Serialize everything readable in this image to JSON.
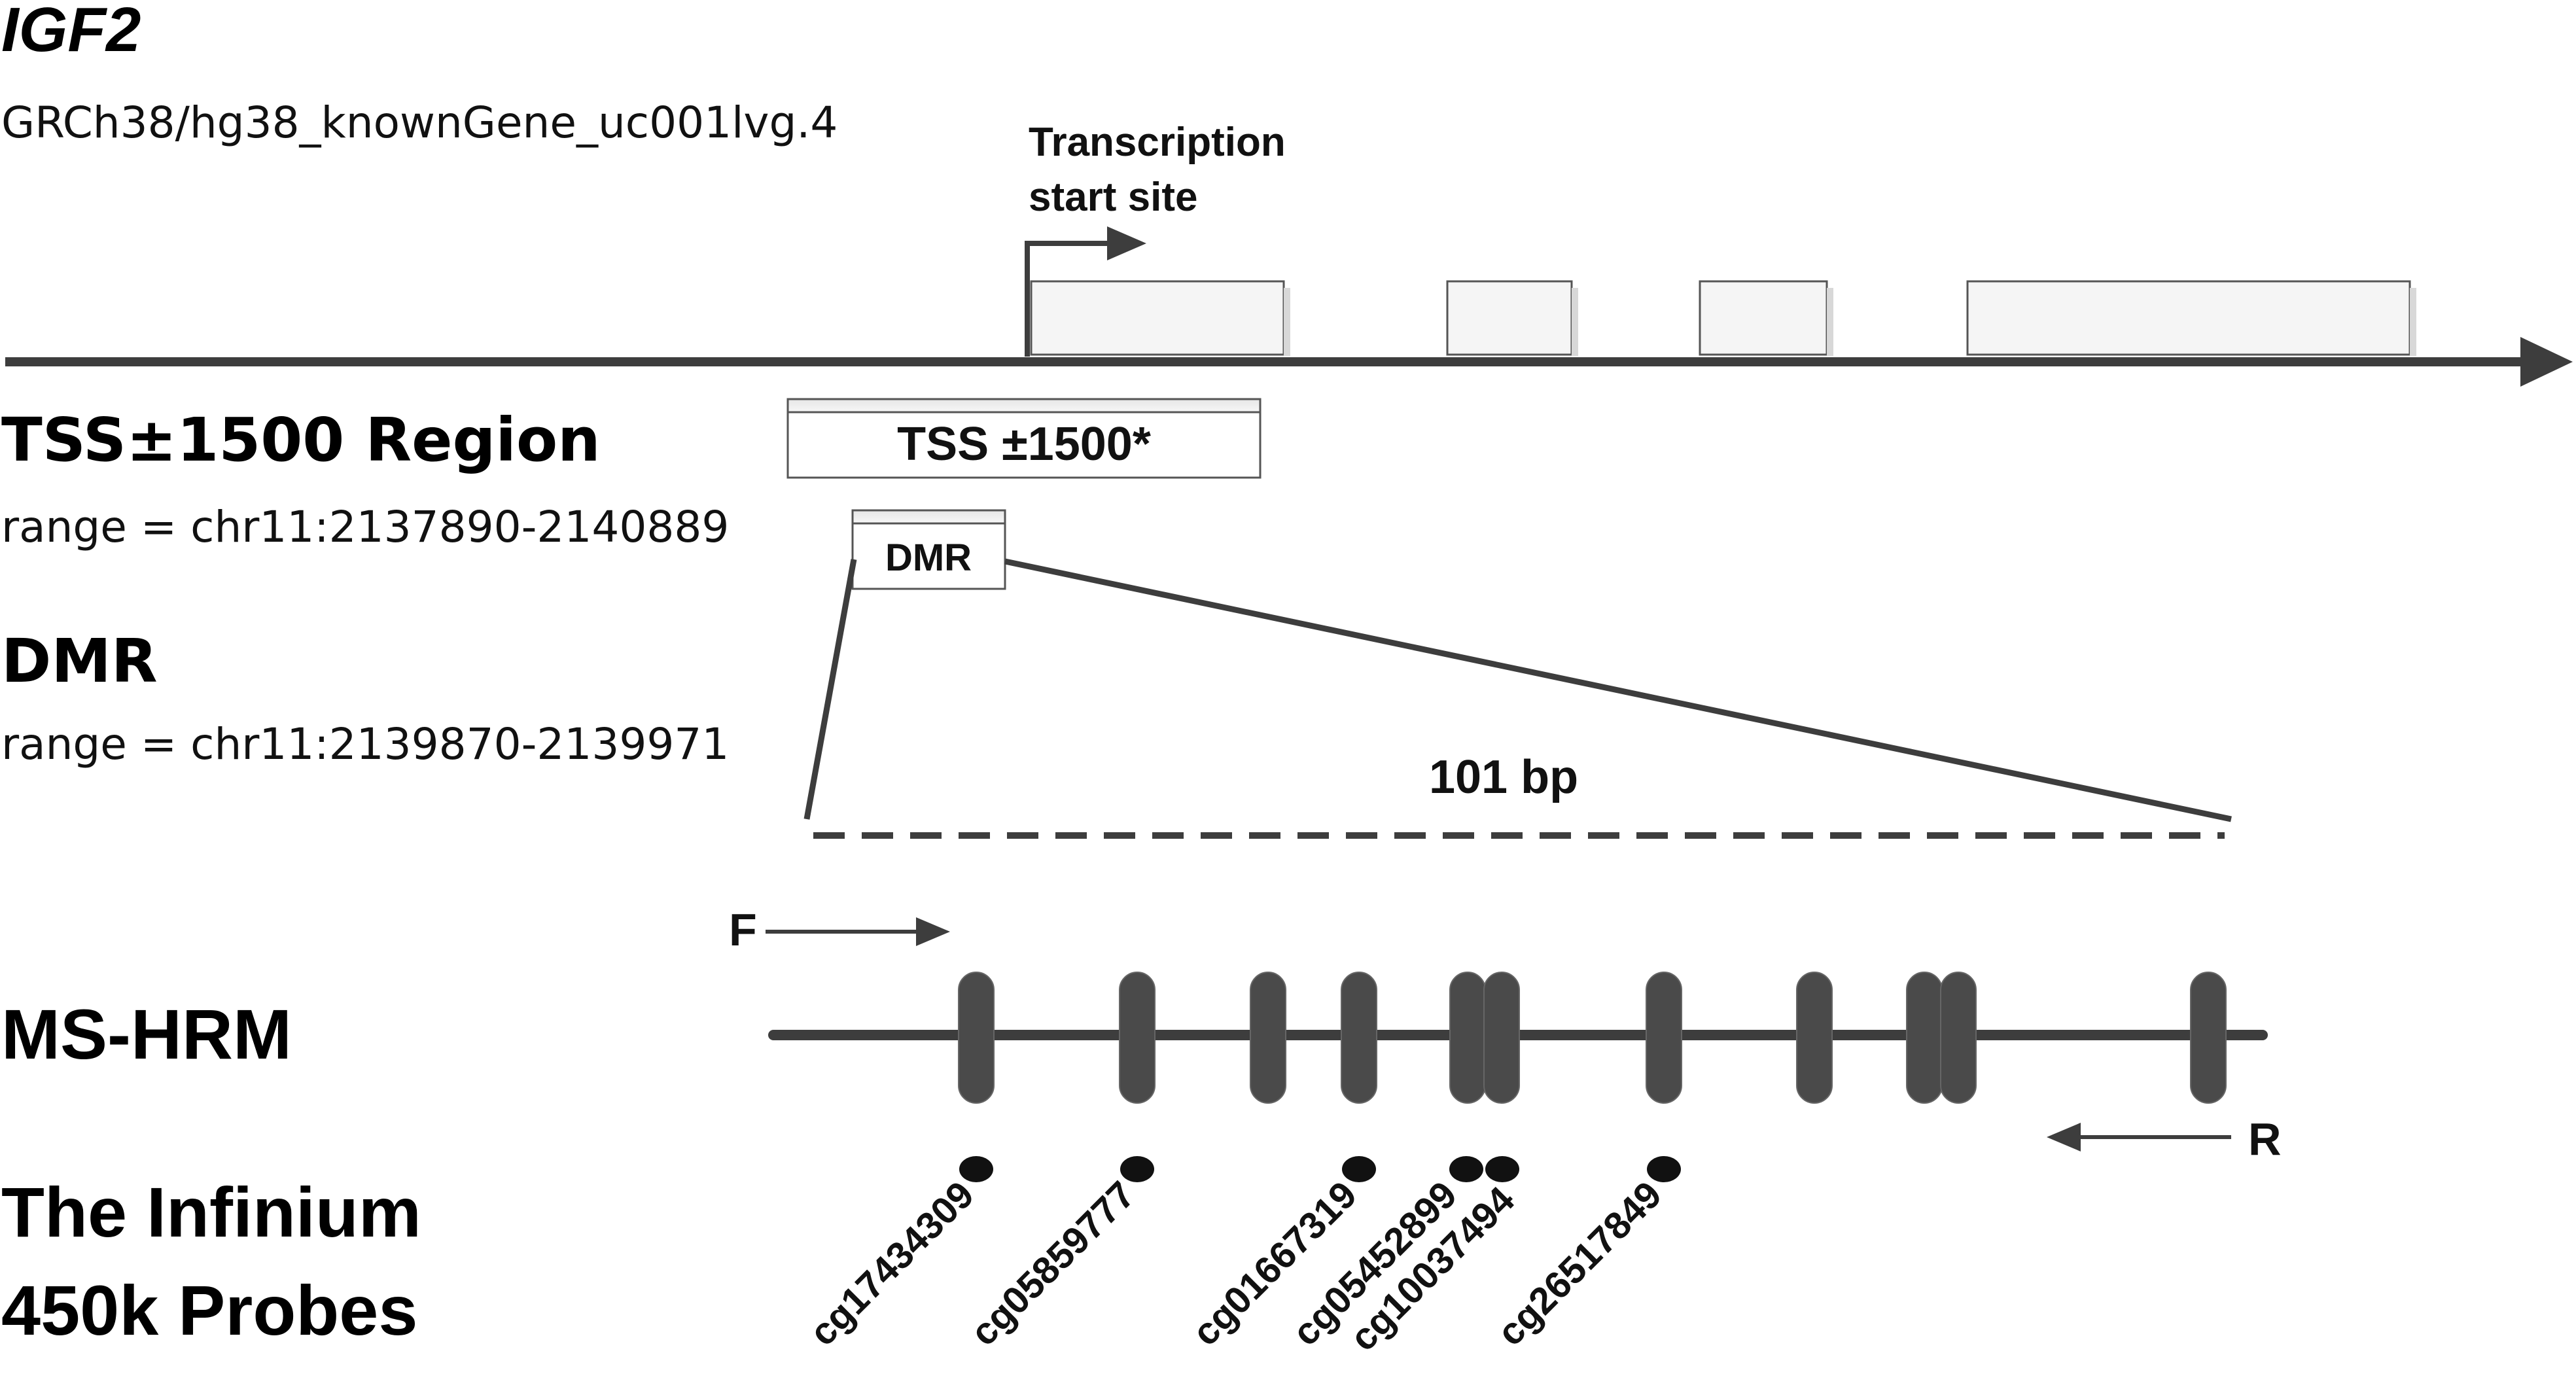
{
  "gene": {
    "name": "IGF2",
    "transcript": "GRCh38/hg38_knownGene_uc001lvg.4"
  },
  "tss_label": {
    "line1": "Transcription",
    "line2": "start site"
  },
  "tss_region": {
    "title": "TSS±1500 Region",
    "range": "range = chr11:2137890-2140889",
    "box_label": "TSS ±1500*"
  },
  "dmr": {
    "title": "DMR",
    "range": "range = chr11:2139870-2139971",
    "box_label": "DMR",
    "length_label": "101 bp"
  },
  "ms_hrm": {
    "title": "MS-HRM",
    "forward_primer": "F",
    "reverse_primer": "R"
  },
  "probes": {
    "title_line1": "The Infinium",
    "title_line2": "450k Probes",
    "ids": [
      "cg17434309",
      "cg05859777",
      "cg01667319",
      "cg05452899",
      "cg10037494",
      "cg26517849"
    ]
  },
  "colors": {
    "line": "#3d3d3d",
    "exon_fill": "#f4f4f4",
    "cpg_fill": "#4a4a4a",
    "probe_dot": "#111111"
  }
}
